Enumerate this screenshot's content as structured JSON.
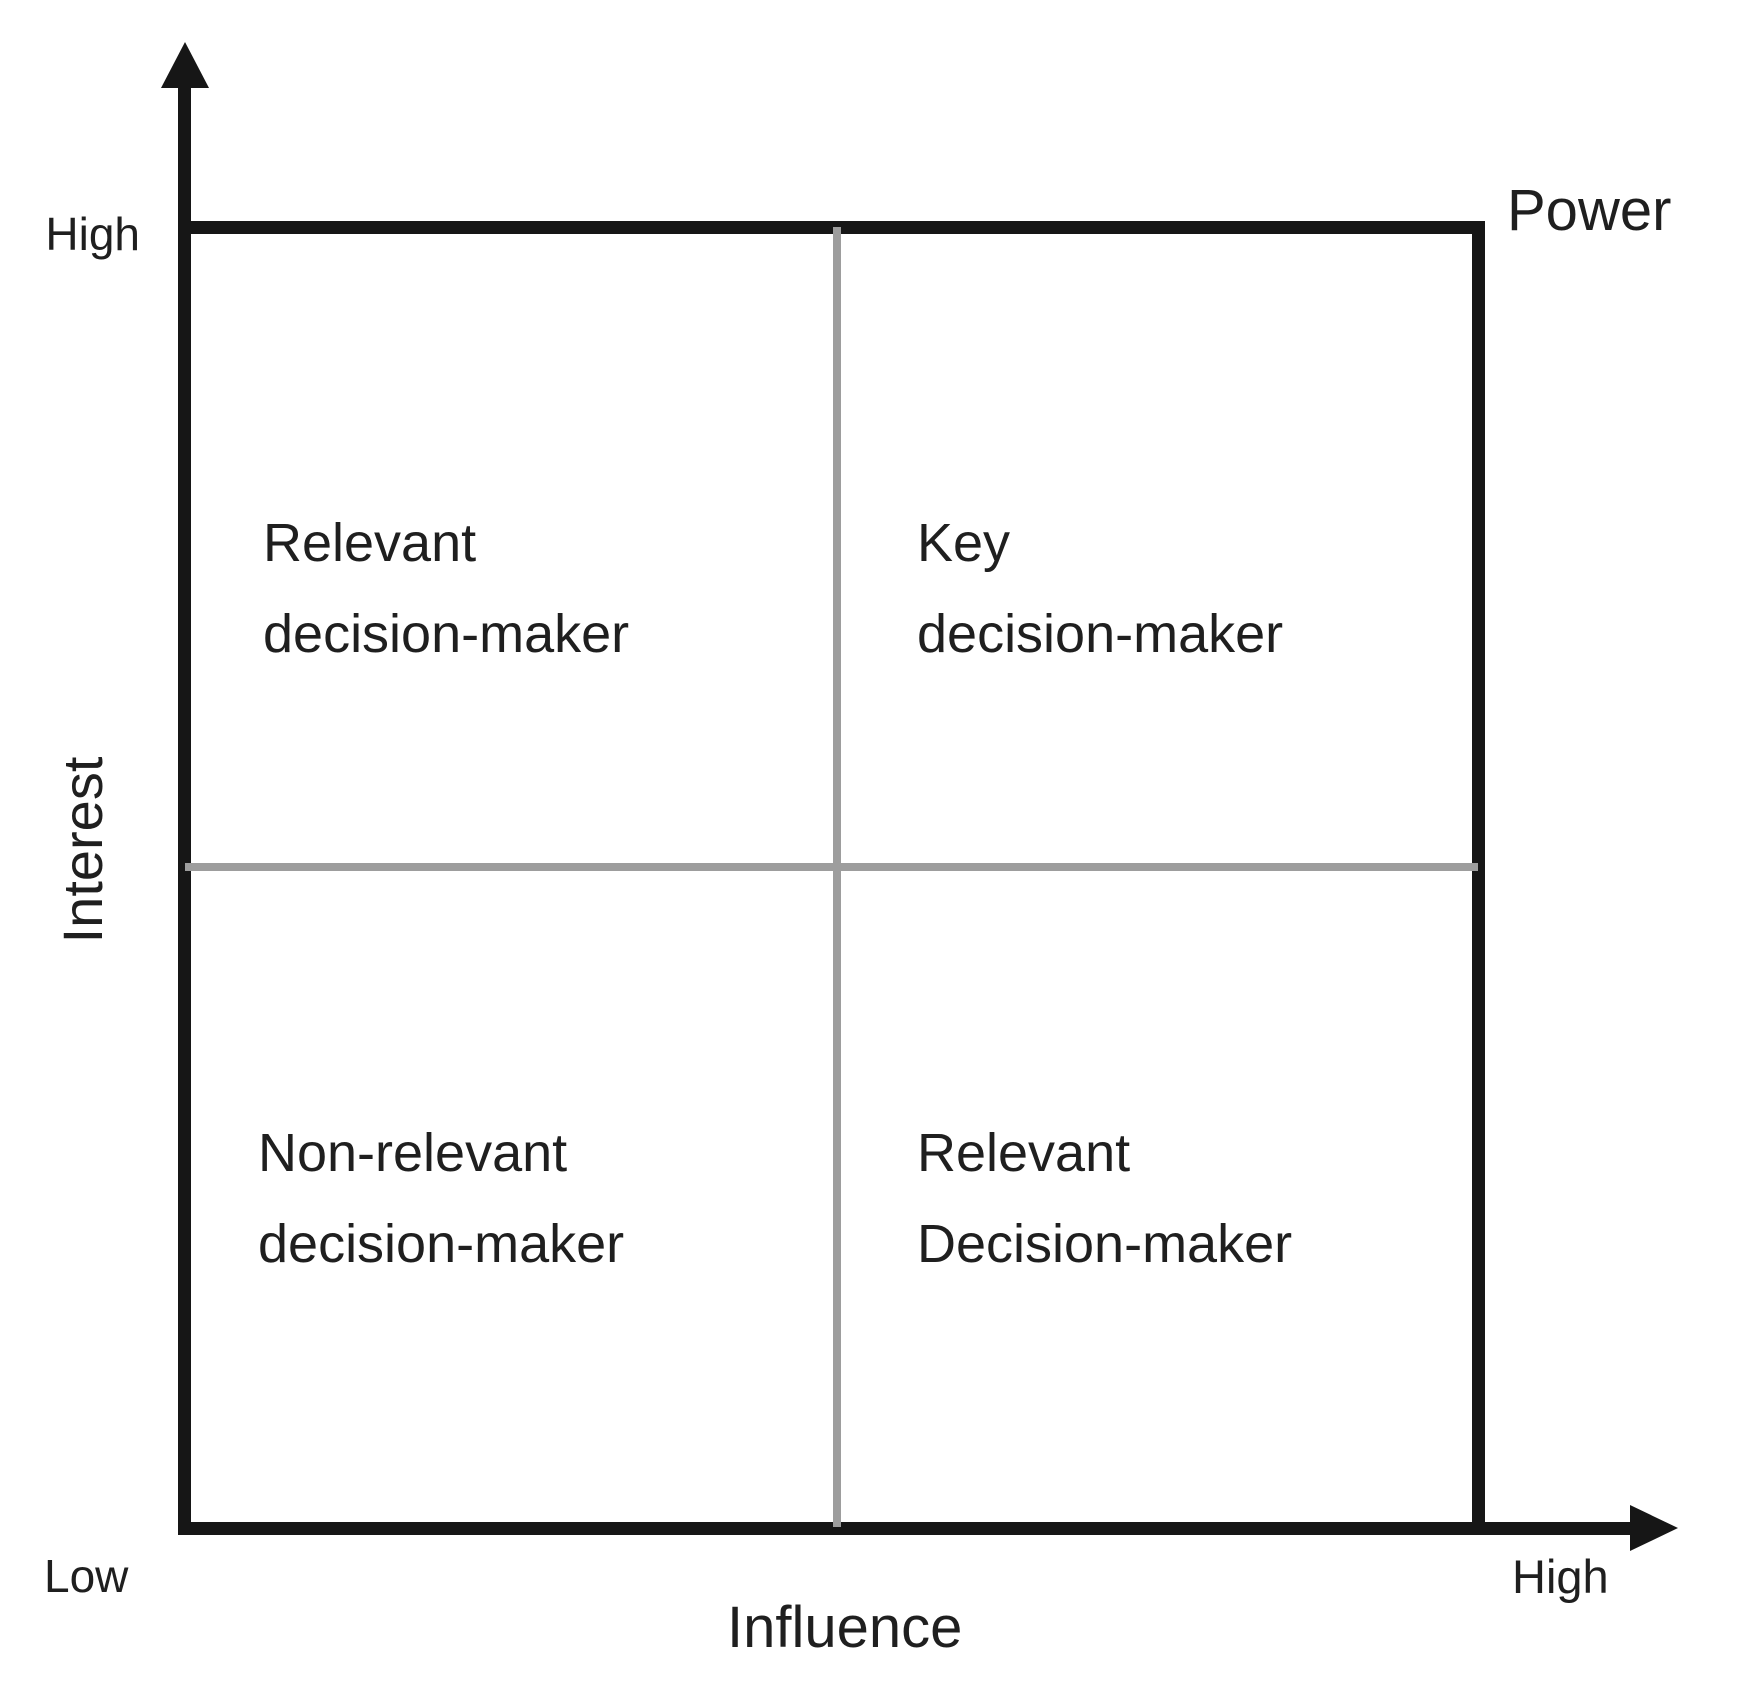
{
  "matrix": {
    "type": "quadrant-diagram",
    "y_axis": {
      "label": "Interest",
      "top_label": "High"
    },
    "x_axis": {
      "label": "Influence",
      "left_label": "Low",
      "right_label": "High"
    },
    "corner_label": "Power",
    "quadrants": {
      "top_left": {
        "line1": "Relevant",
        "line2": "decision-maker"
      },
      "top_right": {
        "line1": "Key",
        "line2": "decision-maker"
      },
      "bottom_left": {
        "line1": "Non-relevant",
        "line2": "decision-maker"
      },
      "bottom_right": {
        "line1": "Relevant",
        "line2": "Decision-maker"
      }
    },
    "colors": {
      "line": "#161616",
      "divider": "#9d9d9d",
      "text": "#1f1f1f",
      "background": "#ffffff"
    }
  }
}
